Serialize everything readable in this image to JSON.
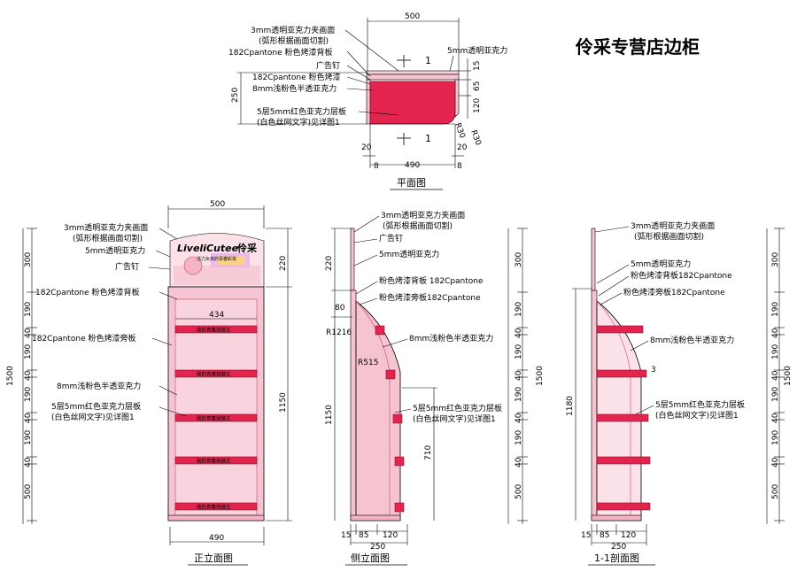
{
  "title": "伶采专营店边柜",
  "plan": {
    "title": "平面图",
    "dims": {
      "top": "500",
      "bottom": "490",
      "left": "250",
      "r15": "15",
      "r65": "65",
      "r120": "120",
      "r30a": "R30",
      "r30b": "R30",
      "d20a": "20",
      "d20b": "20",
      "d8a": "8",
      "d8b": "8"
    },
    "section_mark": "1",
    "labels": [
      "3mm透明亚克力夹画面",
      "(弧形根据画面切割)",
      "182Cpantone 粉色烤漆背板",
      "广告钉",
      "182Cpantone 粉色烤漆",
      "8mm浅粉色半透亚克力",
      "5层5mm红色亚克力层板",
      "(白色丝网文字)见详图1",
      "5mm透明亚克力"
    ]
  },
  "front": {
    "title": "正立面图",
    "dims": {
      "top": "500",
      "h220": "220",
      "h1150": "1150",
      "h1500": "1500",
      "w434": "434",
      "w490": "490"
    },
    "left_ticks": [
      "300",
      "190",
      "40",
      "190",
      "40",
      "190",
      "40",
      "190",
      "40",
      "500"
    ],
    "shelf_text": "我的青春我做主",
    "header_logo": "LiveliCutee",
    "header_brand": "伶采",
    "header_slogan": "活力女孩的青春彩妆",
    "labels": [
      "3mm透明亚克力夹画面",
      "(弧形根据画面切割)",
      "5mm透明亚克力",
      "广告钉",
      "182Cpantone 粉色烤漆背板",
      "182Cpantone 粉色烤漆旁板",
      "8mm浅粉色半透亚克力",
      "5层5mm红色亚克力层板",
      "(白色丝网文字)见详图1"
    ]
  },
  "side": {
    "title": "侧立面图",
    "dims": {
      "h220": "220",
      "h80": "80",
      "r1216": "R1216",
      "r515": "R515",
      "h1150": "1150",
      "h710": "710",
      "h1500": "1500",
      "b15": "15",
      "b85": "85",
      "b120": "120",
      "b250": "250"
    },
    "right_ticks": [
      "300",
      "190",
      "40",
      "190",
      "40",
      "190",
      "40",
      "190",
      "40",
      "500"
    ],
    "labels": [
      "3mm透明亚克力夹画面",
      "(弧形根据画面切割)",
      "广告钉",
      "5mm透明亚克力",
      "粉色烤漆背板 182Cpantone",
      "粉色烤漆旁板182Cpantone",
      "8mm浅粉色半透亚克力",
      "5层5mm红色亚克力层板",
      "(白色丝网文字)见详图1"
    ]
  },
  "section": {
    "title": "1-1剖面图",
    "dims": {
      "h1180": "1180",
      "h1500": "1500",
      "b15": "15",
      "b85": "85",
      "b120": "120",
      "b250": "250",
      "mark3": "3"
    },
    "left_ticks": [
      "300",
      "190",
      "40",
      "190",
      "40",
      "190",
      "40",
      "190",
      "40",
      "500"
    ],
    "right_ticks": [
      "300",
      "190",
      "40",
      "190",
      "40",
      "190",
      "40",
      "190",
      "40",
      "500"
    ],
    "labels": [
      "3mm透明亚克力夹画面",
      "(弧形根据画面切割)",
      "5mm透明亚克力",
      "粉色烤漆背板182Cpantone",
      "粉色烤漆旁板182Cpantone",
      "8mm浅粉色半透亚克力",
      "5层5mm红色亚克力层板",
      "(白色丝网文字)见详图1"
    ]
  },
  "colors": {
    "pink": "#f6c3d0",
    "pink_light": "#fbe1e8",
    "red": "#e3244e",
    "red_dark": "#b8193c",
    "pink_line": "#d06a86"
  }
}
